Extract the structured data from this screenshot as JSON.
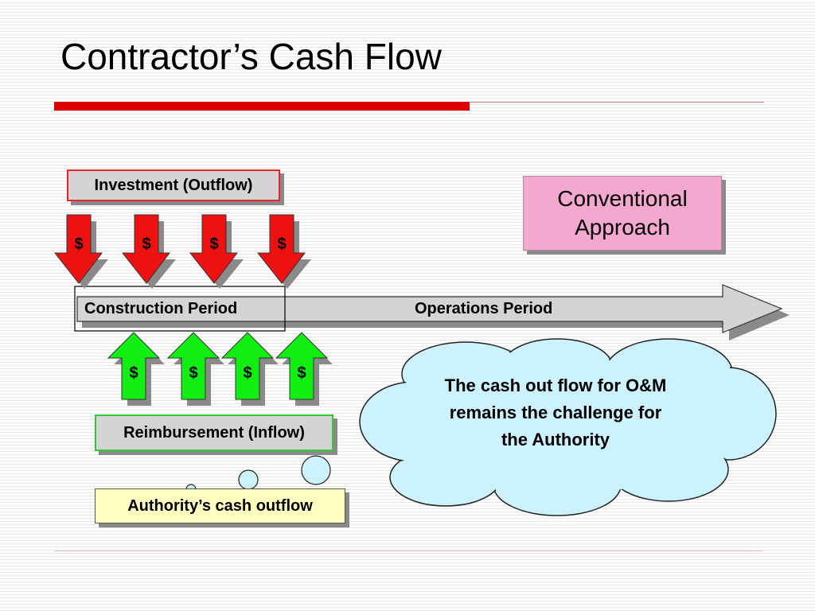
{
  "slide": {
    "title": "Contractor’s Cash Flow"
  },
  "labels": {
    "investment": "Investment (Outflow)",
    "reimbursement": "Reimbursement (Inflow)",
    "authority_outflow": "Authority’s cash outflow",
    "conventional_line1": "Conventional",
    "conventional_line2": "Approach",
    "construction_period": "Construction Period",
    "operations_period": "Operations Period",
    "cloud_text": "The cash out flow for O&M remains the challenge for the Authority"
  },
  "outflow_arrows": [
    {
      "symbol": "$"
    },
    {
      "symbol": "$"
    },
    {
      "symbol": "$"
    },
    {
      "symbol": "$"
    }
  ],
  "inflow_arrows": [
    {
      "symbol": "$"
    },
    {
      "symbol": "$"
    },
    {
      "symbol": "$"
    },
    {
      "symbol": "$"
    }
  ],
  "colors": {
    "accent_red": "#dd0000",
    "outflow_arrow": "#ee1111",
    "inflow_arrow": "#11ee11",
    "cloud_fill": "#ccf2ff",
    "conventional_fill": "#f4a8cf",
    "authority_fill": "#ffffc0"
  }
}
